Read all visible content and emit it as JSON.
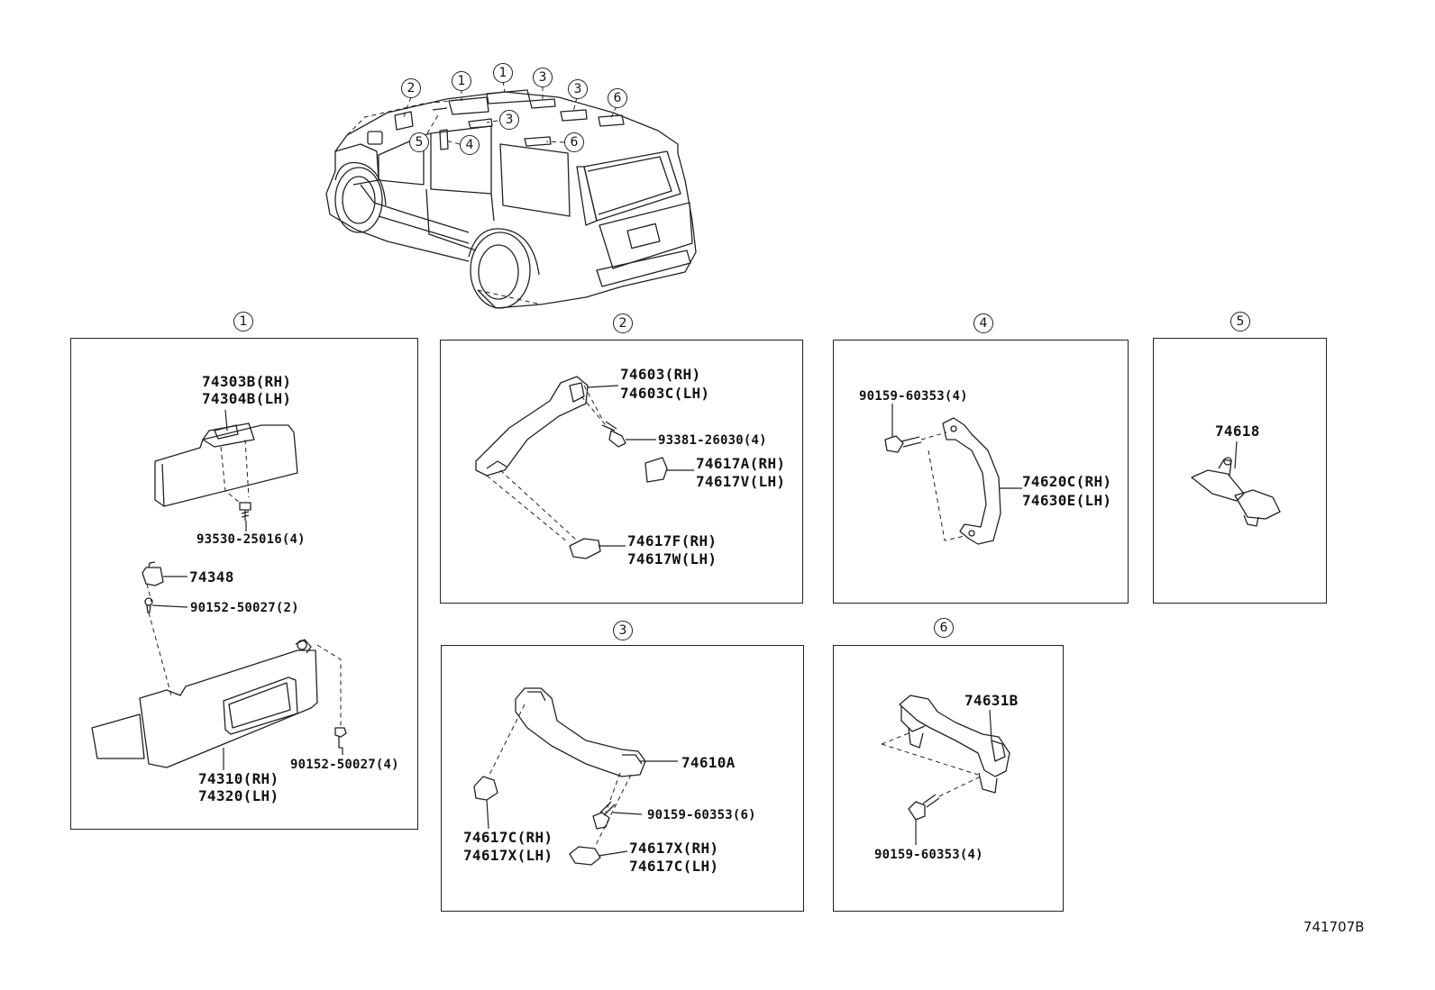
{
  "overview": {
    "callouts": [
      "2",
      "1",
      "1",
      "3",
      "3",
      "6",
      "5",
      "4",
      "3",
      "6"
    ]
  },
  "sections": {
    "s1": {
      "number": "1",
      "parts": {
        "visor_upper": [
          "74303B(RH)",
          "74304B(LH)"
        ],
        "screw_a": "93530-25016(4)",
        "holder": "74348",
        "screw_b": "90152-50027(2)",
        "screw_c": "90152-50027(4)",
        "visor_lower": [
          "74310(RH)",
          "74320(LH)"
        ]
      }
    },
    "s2": {
      "number": "2",
      "parts": {
        "grip": [
          "74603(RH)",
          "74603C(LH)"
        ],
        "screw": "93381-26030(4)",
        "cover_a": [
          "74617A(RH)",
          "74617V(LH)"
        ],
        "cover_f": [
          "74617F(RH)",
          "74617W(LH)"
        ]
      }
    },
    "s3": {
      "number": "3",
      "parts": {
        "grip": "74610A",
        "screw": "90159-60353(6)",
        "cover_c": [
          "74617C(RH)",
          "74617X(LH)"
        ],
        "cover_x": [
          "74617X(RH)",
          "74617C(LH)"
        ]
      }
    },
    "s4": {
      "number": "4",
      "parts": {
        "screw": "90159-60353(4)",
        "grip": [
          "74620C(RH)",
          "74630E(LH)"
        ]
      }
    },
    "s5": {
      "number": "5",
      "parts": {
        "hook": "74618"
      }
    },
    "s6": {
      "number": "6",
      "parts": {
        "grip": "74631B",
        "screw": "90159-60353(4)"
      }
    }
  },
  "reference_code": "741707B"
}
